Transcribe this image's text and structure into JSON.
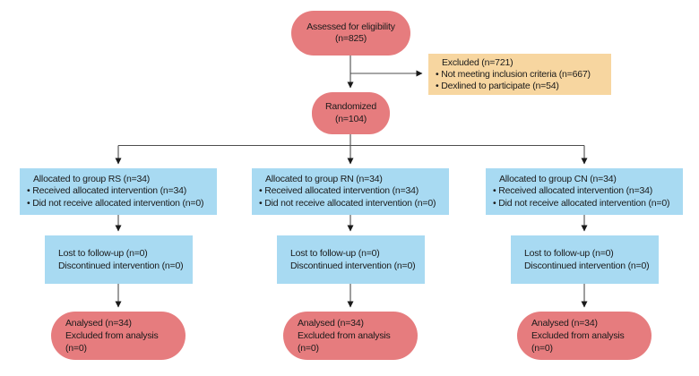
{
  "colors": {
    "pill-bg": "#e67c7e",
    "blue-bg": "#a8daf2",
    "orange-bg": "#f7d6a0",
    "line": "#4d4d4d",
    "arrowhead": "#1a1a1a",
    "text": "#1a1a1a"
  },
  "eligibility": {
    "line1": "Assessed for eligibility",
    "line2": "(n=825)"
  },
  "excluded": {
    "title": "Excluded (n=721)",
    "items": [
      "• Not meeting inclusion criteria (n=667)",
      "• Dexlined to participate (n=54)"
    ]
  },
  "randomized": {
    "line1": "Randomized",
    "line2": "(n=104)"
  },
  "columns": [
    {
      "allocation": {
        "title": "Allocated to group RS (n=34)",
        "items": [
          "• Received allocated intervention (n=34)",
          "• Did not receive allocated intervention (n=0)"
        ]
      },
      "followup": {
        "line1": "Lost to follow-up (n=0)",
        "line2": "Discontinued intervention (n=0)"
      },
      "analysed": {
        "line1": "Analysed (n=34)",
        "line2": "Excluded from analysis (n=0)"
      }
    },
    {
      "allocation": {
        "title": "Allocated to group RN (n=34)",
        "items": [
          "• Received allocated intervention (n=34)",
          "• Did not receive allocated intervention (n=0)"
        ]
      },
      "followup": {
        "line1": "Lost to follow-up (n=0)",
        "line2": "Discontinued intervention (n=0)"
      },
      "analysed": {
        "line1": "Analysed (n=34)",
        "line2": "Excluded from analysis (n=0)"
      }
    },
    {
      "allocation": {
        "title": "Allocated to group CN (n=34)",
        "items": [
          "• Received allocated intervention (n=34)",
          "• Did not receive allocated intervention (n=0)"
        ]
      },
      "followup": {
        "line1": "Lost to follow-up (n=0)",
        "line2": "Discontinued intervention (n=0)"
      },
      "analysed": {
        "line1": "Analysed (n=34)",
        "line2": "Excluded from analysis (n=0)"
      }
    }
  ]
}
